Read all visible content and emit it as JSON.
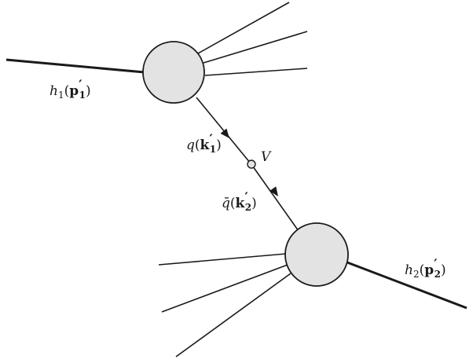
{
  "diagram": {
    "incoming_hadron_1": {
      "name": "h",
      "index": "1",
      "momentum": "p",
      "prime": "′",
      "momentum_index": "1"
    },
    "outgoing_hadron_2": {
      "name": "h",
      "index": "2",
      "momentum": "p",
      "prime": "′",
      "momentum_index": "2"
    },
    "quark": {
      "name": "q",
      "momentum": "k",
      "prime": "′",
      "momentum_index": "1"
    },
    "antiquark": {
      "name": "q̄",
      "momentum": "k",
      "prime": "′",
      "momentum_index": "2"
    },
    "vertex_label": "V",
    "colors": {
      "blob_fill": "#e3e3e3",
      "line": "#1a1a1a"
    }
  }
}
